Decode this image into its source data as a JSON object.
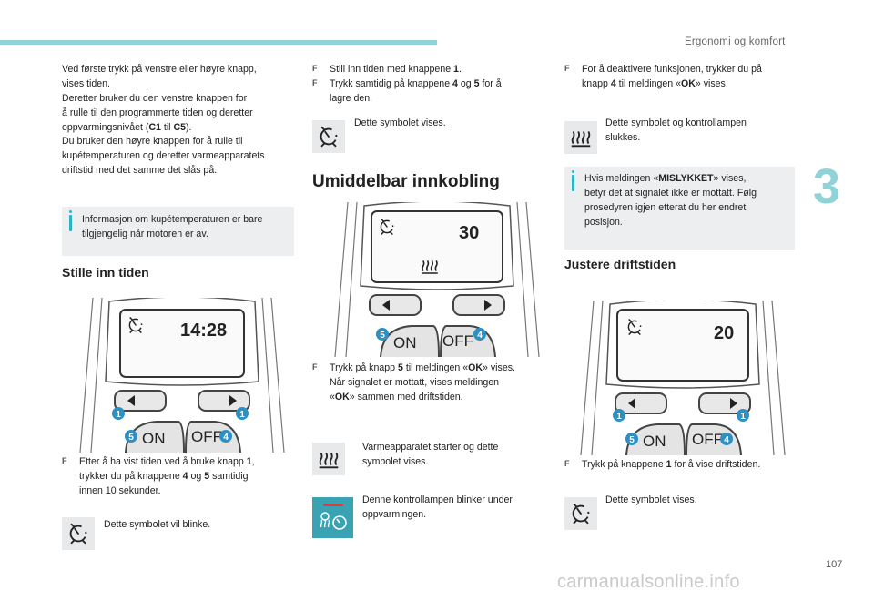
{
  "header": {
    "section": "Ergonomi og komfort",
    "chapter": "3",
    "page": "107",
    "watermark": "carmanualsonline.info"
  },
  "col1": {
    "intro": {
      "l1": "Ved første trykk på venstre eller høyre knapp,",
      "l2": "vises tiden.",
      "l3": "Deretter bruker du den venstre knappen for",
      "l4": "å rulle til den programmerte tiden og deretter",
      "l5a": "oppvarmingsnivået (",
      "l5b": "C1",
      "l5c": " til ",
      "l5d": "C5",
      "l5e": ").",
      "l6": "Du bruker den høyre knappen for å rulle til",
      "l7": "kupétemperaturen og deretter varmeapparatets",
      "l8": "driftstid med det samme det slås på."
    },
    "info": {
      "l1": "Informasjon om kupétemperaturen er bare",
      "l2": "tilgjengelig når motoren er av."
    },
    "heading": "Stille inn tiden",
    "remote": {
      "display": "14:28",
      "on": "ON",
      "off": "OFF",
      "b1": "1",
      "b4": "4",
      "b5": "5"
    },
    "bullet": {
      "l1a": "Etter å ha vist tiden ved å bruke knapp ",
      "l1b": "1",
      "l1c": ",",
      "l2": "trykker du på knappene ",
      "l2b": "4",
      "l2c": " og ",
      "l2d": "5",
      "l2e": " samtidig",
      "l3": "innen 10 sekunder."
    },
    "symbol_text": "Dette symbolet vil blinke."
  },
  "col2": {
    "b1a": "Still inn tiden med knappene ",
    "b1b": "1",
    "b1c": ".",
    "b2a": "Trykk samtidig på knappene ",
    "b2b": "4",
    "b2c": " og ",
    "b2d": "5",
    "b2e": " for å",
    "b2f": "lagre den.",
    "symbol1_text": "Dette symbolet vises.",
    "heading": "Umiddelbar innkobling",
    "remote": {
      "display": "30",
      "on": "ON",
      "off": "OFF",
      "b4": "4",
      "b5": "5"
    },
    "bullet": {
      "l1a": "Trykk på knapp ",
      "l1b": "5",
      "l1c": " til meldingen «",
      "l1d": "OK",
      "l1e": "» vises.",
      "l2": "Når signalet er mottatt, vises meldingen",
      "l3a": "«",
      "l3b": "OK",
      "l3c": "» sammen med driftstiden."
    },
    "sym2": {
      "l1": "Varmeapparatet starter og dette",
      "l2": "symbolet vises."
    },
    "sym3": {
      "l1": "Denne kontrollampen blinker under",
      "l2": "oppvarmingen."
    }
  },
  "col3": {
    "bullet": {
      "l1": "For å deaktivere funksjonen, trykker du på",
      "l2a": "knapp ",
      "l2b": "4",
      "l2c": " til meldingen «",
      "l2d": "OK",
      "l2e": "» vises."
    },
    "sym1": {
      "l1": "Dette symbolet og kontrollampen",
      "l2": "slukkes."
    },
    "info": {
      "l1a": "Hvis meldingen «",
      "l1b": "MISLYKKET",
      "l1c": "» vises,",
      "l2": "betyr det at signalet ikke er mottatt. Følg",
      "l3": "prosedyren igjen etterat du her endret",
      "l4": "posisjon."
    },
    "heading": "Justere driftstiden",
    "remote": {
      "display": "20",
      "on": "ON",
      "off": "OFF",
      "b1": "1",
      "b4": "4",
      "b5": "5"
    },
    "bullet2": {
      "l1a": "Trykk på knappene ",
      "l1b": "1",
      "l1c": " for å vise driftstiden."
    },
    "symbol_text": "Dette symbolet vises."
  },
  "colors": {
    "accent": "#29b5c3",
    "accent_light": "#8fd3d9",
    "info_bg": "#eceef0",
    "lamp_bg": "#39a3b3"
  }
}
